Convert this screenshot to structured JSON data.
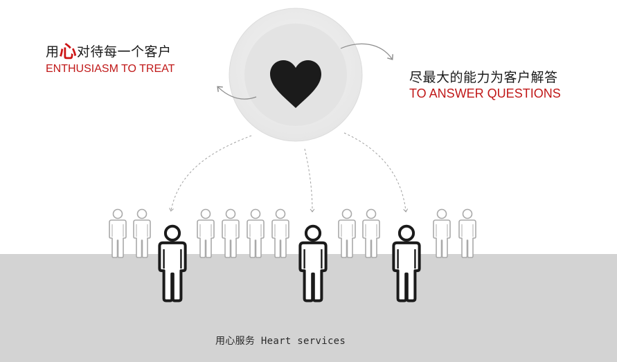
{
  "left_caption": {
    "zh_prefix": "用",
    "zh_accent": "心",
    "zh_suffix": "对待每一个客户",
    "en": "ENTHUSIASM TO TREAT"
  },
  "right_caption": {
    "zh": "尽最大的能力为客户解答",
    "en": "TO ANSWER QUESTIONS"
  },
  "footer": {
    "text": "用心服务 Heart services"
  },
  "icons": {
    "center": "heart-icon",
    "figures": "person-icon"
  },
  "colors": {
    "accent_red": "#c01818",
    "heart": "#1b1b1b",
    "floor": "#d3d3d3",
    "faded_figure": "#a9a9a9",
    "highlight_figure": "#1b1b1b"
  }
}
